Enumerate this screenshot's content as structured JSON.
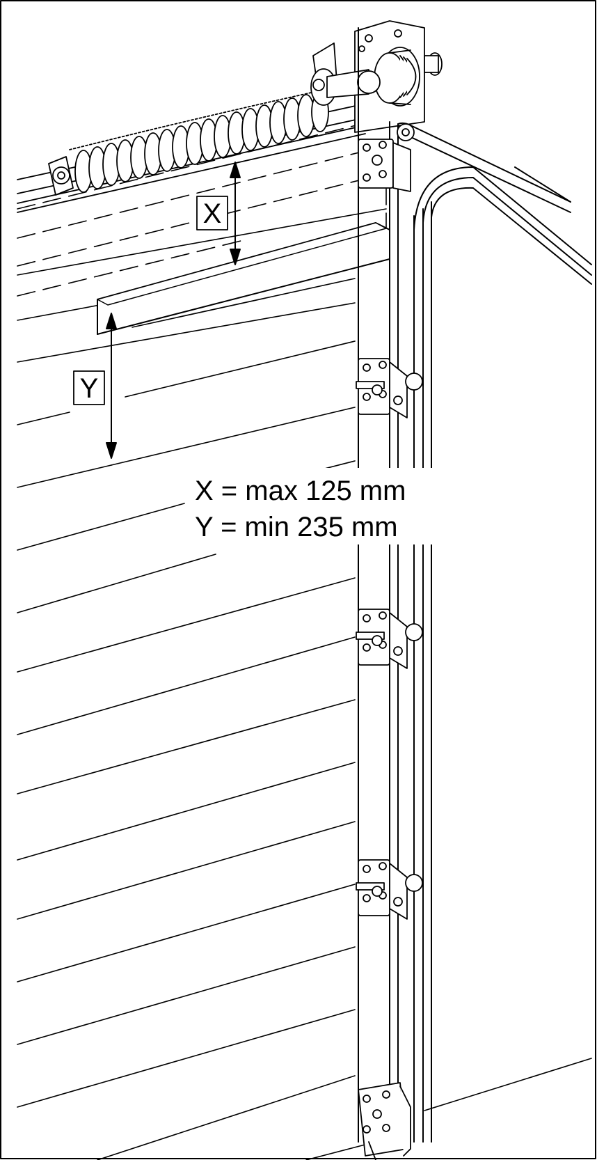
{
  "dimension_labels": {
    "x": "X",
    "y": "Y"
  },
  "specs": {
    "x_spec": "X = max 125 mm",
    "y_spec": "Y = min 235 mm"
  },
  "colors": {
    "ink": "#000000",
    "paper": "#ffffff"
  }
}
